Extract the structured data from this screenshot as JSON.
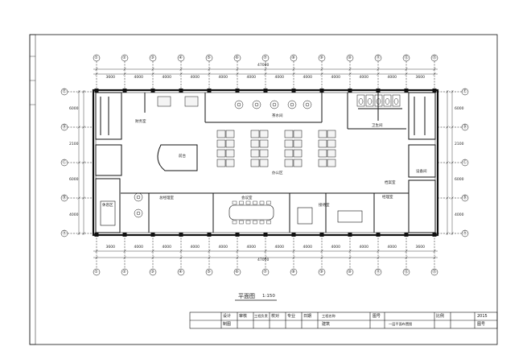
{
  "drawing": {
    "title": "平面图",
    "scale": "1:150",
    "total_dimension": "47000",
    "grid_axes_numbers": [
      "①",
      "②",
      "③",
      "④",
      "⑤",
      "⑥",
      "⑦",
      "⑧",
      "⑨",
      "⑩",
      "⑪",
      "⑫",
      "⑬"
    ],
    "grid_axes_letters": [
      "Ⓐ",
      "Ⓑ",
      "Ⓒ",
      "Ⓓ",
      "Ⓔ"
    ],
    "bay_dims": [
      "3600",
      "4000",
      "4000",
      "4000",
      "4000",
      "4000",
      "4000",
      "4000",
      "4000",
      "4000",
      "4000",
      "3600"
    ],
    "side_dims": [
      "6000",
      "2100",
      "6000",
      "4000"
    ],
    "room_labels": [
      "会议室",
      "总经理室",
      "财务室",
      "前台",
      "办公区",
      "休息区",
      "经理室",
      "接待室",
      "卫生间",
      "茶水间",
      "档案室",
      "设备间"
    ]
  },
  "title_block": {
    "row1": [
      "设计",
      "审核",
      "工程负责",
      "校对",
      "专业",
      "日期",
      "工程名称",
      "",
      "",
      "图号",
      "",
      "比例",
      "2015"
    ],
    "row2": [
      "制图",
      "",
      "",
      "",
      "",
      "",
      "",
      "建筑",
      "",
      "",
      "一层平面布置图",
      "",
      "图号"
    ]
  },
  "colors": {
    "ink": "#1a1a1a",
    "paper": "#ffffff",
    "faint": "#555555"
  }
}
